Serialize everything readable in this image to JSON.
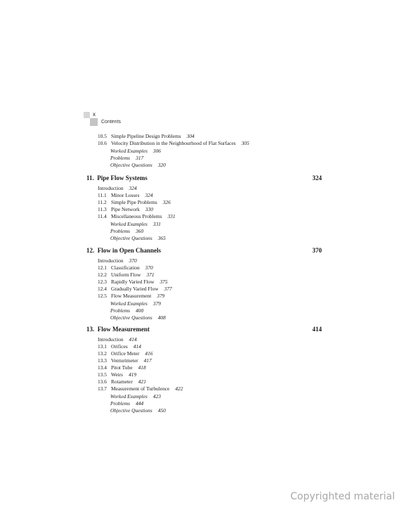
{
  "header": {
    "page_number": "x",
    "running_head": "Contents"
  },
  "top_sections": [
    {
      "num": "10.5",
      "title": "Simple Pipeline Design Problems",
      "page": "304"
    },
    {
      "num": "10.6",
      "title": "Velocity Distribution in the Neighbourhood of Flat Surfaces",
      "page": "305"
    }
  ],
  "top_subs": [
    {
      "title": "Worked Examples",
      "page": "306"
    },
    {
      "title": "Problems",
      "page": "317"
    },
    {
      "title": "Objective Questions",
      "page": "320"
    }
  ],
  "chapters": [
    {
      "num": "11.",
      "title": "Pipe Flow Systems",
      "page": "324",
      "intro": {
        "title": "Introduction",
        "page": "324"
      },
      "sections": [
        {
          "num": "11.1",
          "title": "Minor Losses",
          "page": "324"
        },
        {
          "num": "11.2",
          "title": "Simple Pipe Problems",
          "page": "326"
        },
        {
          "num": "11.3",
          "title": "Pipe Network",
          "page": "330"
        },
        {
          "num": "11.4",
          "title": "Miscellaneous Problems",
          "page": "331"
        }
      ],
      "subs": [
        {
          "title": "Worked Examples",
          "page": "331"
        },
        {
          "title": "Problems",
          "page": "360"
        },
        {
          "title": "Objective Questions",
          "page": "365"
        }
      ]
    },
    {
      "num": "12.",
      "title": "Flow in Open Channels",
      "page": "370",
      "intro": {
        "title": "Introduction",
        "page": "370"
      },
      "sections": [
        {
          "num": "12.1",
          "title": "Classification",
          "page": "370"
        },
        {
          "num": "12.2",
          "title": "Uniform Flow",
          "page": "371"
        },
        {
          "num": "12.3",
          "title": "Rapidly Varied Flow",
          "page": "375"
        },
        {
          "num": "12.4",
          "title": "Gradually Varied Flow",
          "page": "377"
        },
        {
          "num": "12.5",
          "title": "Flow Measurement",
          "page": "379"
        }
      ],
      "subs": [
        {
          "title": "Worked Examples",
          "page": "379"
        },
        {
          "title": "Problems",
          "page": "400"
        },
        {
          "title": "Objective Questions",
          "page": "408"
        }
      ]
    },
    {
      "num": "13.",
      "title": "Flow Measurement",
      "page": "414",
      "intro": {
        "title": "Introduction",
        "page": "414"
      },
      "sections": [
        {
          "num": "13.1",
          "title": "Orifices",
          "page": "414"
        },
        {
          "num": "13.2",
          "title": "Orifice Meter",
          "page": "416"
        },
        {
          "num": "13.3",
          "title": "Venturimeter",
          "page": "417"
        },
        {
          "num": "13.4",
          "title": "Pitot Tube",
          "page": "418"
        },
        {
          "num": "13.5",
          "title": "Weirs",
          "page": "419"
        },
        {
          "num": "13.6",
          "title": "Rotameter",
          "page": "421"
        },
        {
          "num": "13.7",
          "title": "Measurement of Turbulence",
          "page": "422"
        }
      ],
      "subs": [
        {
          "title": "Worked Examples",
          "page": "423"
        },
        {
          "title": "Problems",
          "page": "444"
        },
        {
          "title": "Objective Questions",
          "page": "450"
        }
      ]
    }
  ],
  "watermark": "Copyrighted material"
}
